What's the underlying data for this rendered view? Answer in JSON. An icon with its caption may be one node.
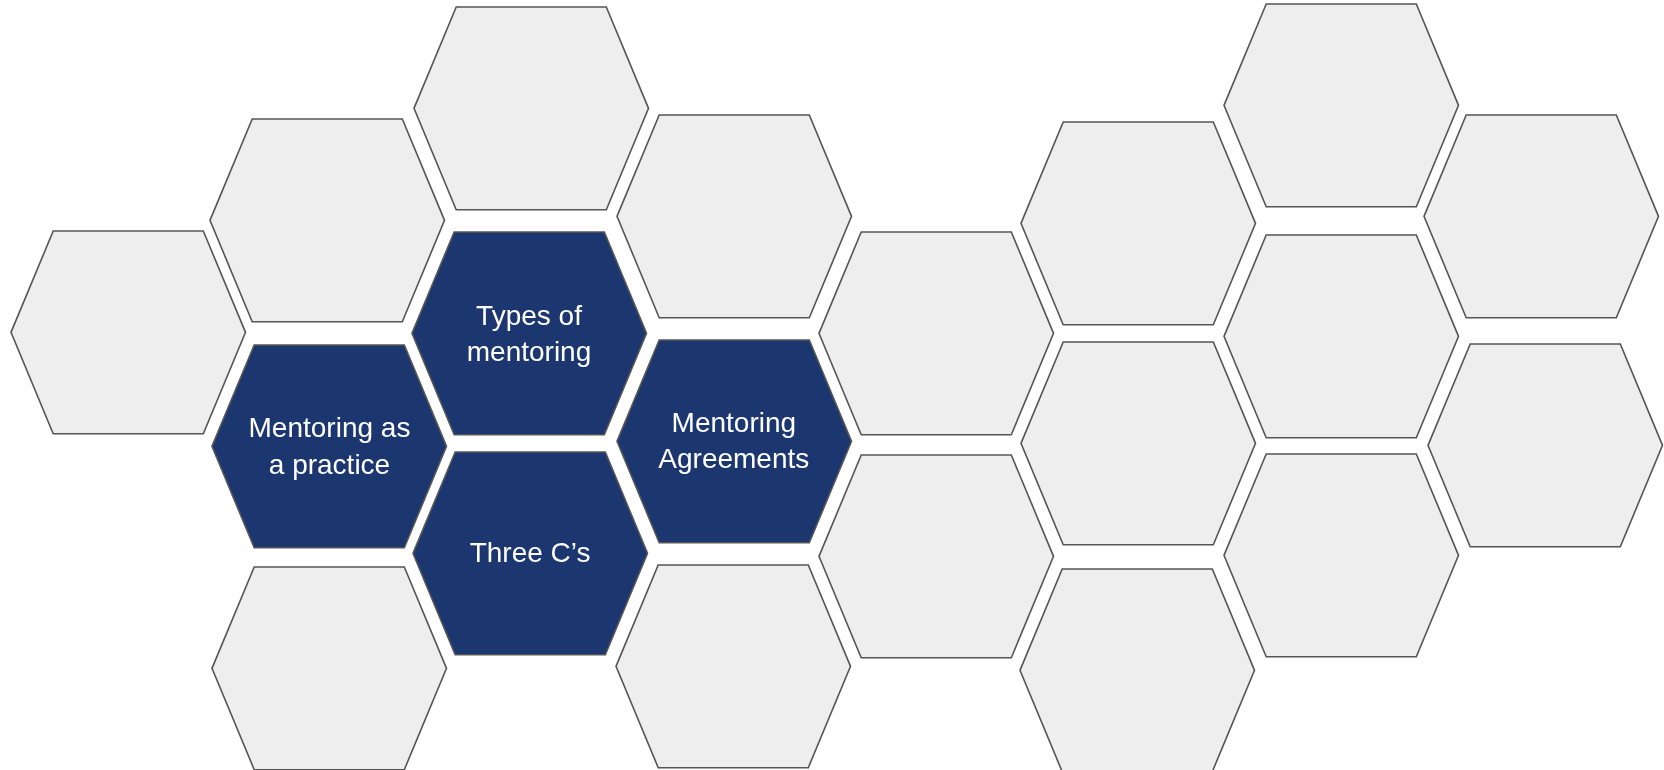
{
  "diagram": {
    "nodes": [
      {
        "text": [],
        "shape": "hexagon"
      },
      {
        "text": [],
        "shape": "hexagon"
      },
      {
        "text": [
          "Mentoring as a practice"
        ]
      },
      {
        "text": [],
        "shape": "hexagon"
      },
      {
        "text": [],
        "shape": "hexagon"
      },
      {
        "text": [
          "Types of mentoring"
        ]
      },
      {
        "text": [
          "Three C’s"
        ]
      },
      {
        "text": [],
        "shape": "hexagon"
      },
      {
        "text": [
          "Mentoring Agreements"
        ]
      },
      {
        "text": [],
        "shape": "hexagon"
      },
      {
        "text": [],
        "shape": "hexagon"
      },
      {
        "text": [],
        "shape": "hexagon"
      },
      {
        "text": [],
        "shape": "hexagon"
      },
      {
        "text": [],
        "shape": "hexagon"
      },
      {
        "text": [],
        "shape": "hexagon"
      },
      {
        "text": [],
        "shape": "hexagon"
      },
      {
        "text": [],
        "shape": "hexagon"
      },
      {
        "text": [],
        "shape": "hexagon"
      },
      {
        "text": [],
        "shape": "hexagon"
      },
      {
        "text": [],
        "shape": "hexagon"
      }
    ],
    "edges": []
  }
}
